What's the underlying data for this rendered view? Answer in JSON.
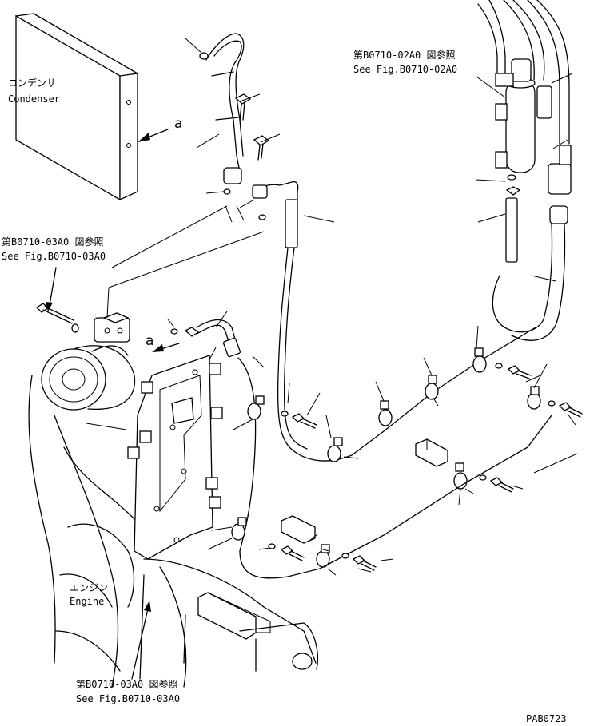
{
  "labels": {
    "condenser_jp": "コンデンサ",
    "condenser_en": "Condenser",
    "arrow_a_top": "a",
    "arrow_a_mid": "a",
    "ref_top_right_jp": "第B0710-02A0 図参照",
    "ref_top_right_en": "See Fig.B0710-02A0",
    "ref_left_jp": "第B0710-03A0 図参照",
    "ref_left_en": "See Fig.B0710-03A0",
    "engine_jp": "エンジン",
    "engine_en": "Engine",
    "ref_bottom_jp": "第B0710-03A0 図参照",
    "ref_bottom_en": "See Fig.B0710-03A0",
    "drawing_code": "PAB0723"
  },
  "colors": {
    "line": "#000000",
    "background": "#ffffff"
  }
}
